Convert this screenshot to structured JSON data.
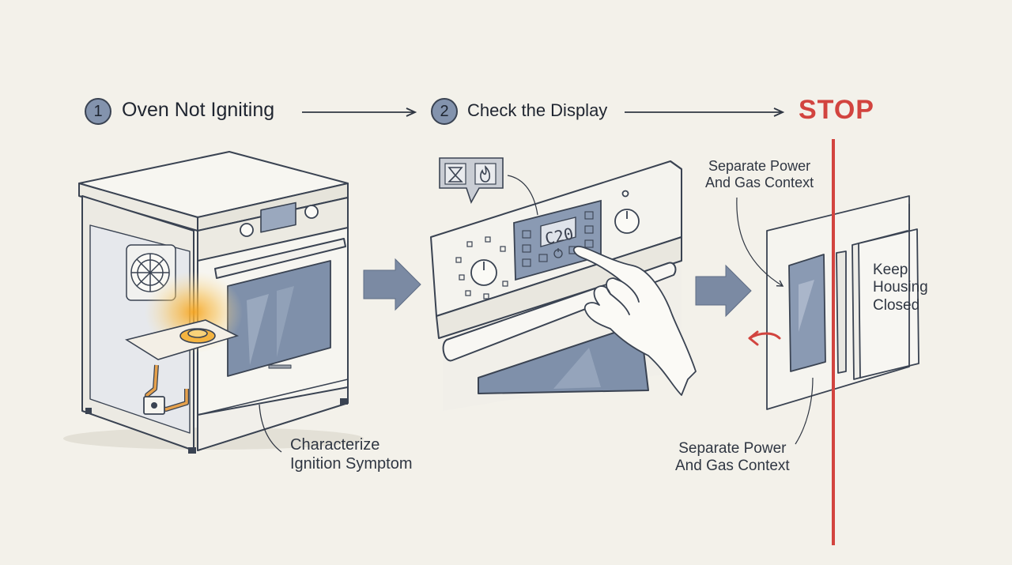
{
  "steps": [
    {
      "number": "1",
      "title": "Oven Not Igniting"
    },
    {
      "number": "2",
      "title": "Check the Display"
    }
  ],
  "stop_label": "STOP",
  "labels": {
    "characterize": "Characterize\nIgnition Symptom",
    "power_gas_top": "Separate Power\nAnd Gas Context",
    "power_gas_bottom": "Separate Power\nAnd Gas Context",
    "keep_housing": "Keep\nHousing\nClosed"
  },
  "display_readout": "C20",
  "colors": {
    "background": "#f3f1ea",
    "ink": "#3a4352",
    "badge": "#8393ad",
    "glass": "#7f90aa",
    "arrow": "#7b8aa3",
    "stop_red": "#d2443f",
    "flame": "#f4b440"
  },
  "icons": [
    "hourglass-icon",
    "flame-icon",
    "fan-icon",
    "burner-icon",
    "power-icon",
    "hand-icon",
    "return-arrow-icon"
  ]
}
